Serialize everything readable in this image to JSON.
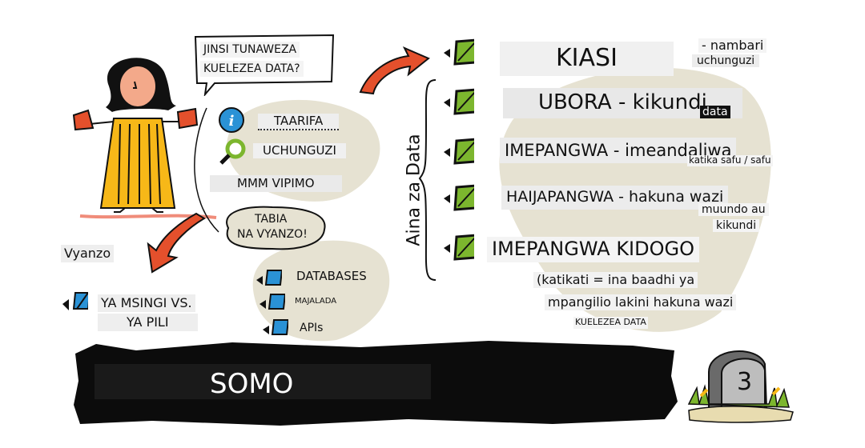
{
  "question": {
    "line1": "JINSI TUNAWEZA",
    "line2": "KUELEZEA DATA?"
  },
  "info_items": {
    "info": "TAARIFA",
    "explore": "UCHUNGUZI",
    "measures": "MMM VIPIMO"
  },
  "sources_bubble": {
    "line1": "TABIA",
    "line2": "NA VYANZO!"
  },
  "sources_title": "Vyanzo",
  "primary_secondary": {
    "line1": "YA MSINGI VS.",
    "line2": "YA PILI"
  },
  "source_items": [
    "DATABASES",
    "MAJALADA",
    "APIs"
  ],
  "data_types_label": "Aina za Data",
  "data_types": [
    {
      "title": "KIASI",
      "note1": "- nambari",
      "note2": "uchunguzi"
    },
    {
      "title": "UBORA - kikundi",
      "note1": "data"
    },
    {
      "title": "IMEPANGWA - imeandaliwa",
      "note1": "katika safu / safu"
    },
    {
      "title": "HAIJAPANGWA - hakuna wazi",
      "note1": "muundo au",
      "note2": "kikundi"
    },
    {
      "title": "IMEPANGWA KIDOGO",
      "note1": "(katikati = ina baadhi ya",
      "note2": "mpangilio lakini hakuna wazi",
      "note3": "KUELEZEA DATA"
    }
  ],
  "lesson": {
    "label": "SOMO",
    "number": "3"
  },
  "colors": {
    "green": "#7cb62e",
    "blue": "#2a92d6",
    "red": "#e4502c",
    "yellow": "#f7b818",
    "blob": "#e6e2d2",
    "banner": "#0c0c0c"
  }
}
